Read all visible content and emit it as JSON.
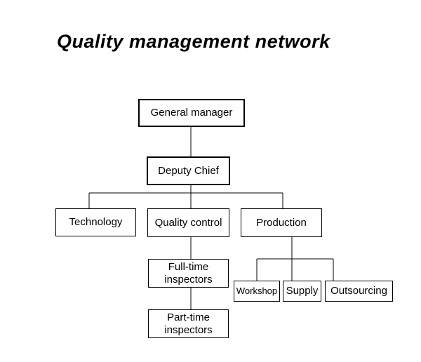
{
  "title": "Quality management network",
  "nodes": {
    "general_manager": "General manager",
    "deputy_chief": "Deputy Chief",
    "technology": "Technology",
    "quality_control": "Quality control",
    "production": "Production",
    "full_time_inspectors": "Full-time inspectors",
    "part_time_inspectors": "Part-time inspectors",
    "workshop": "Workshop",
    "supply": "Supply",
    "outsourcing": "Outsourcing"
  }
}
